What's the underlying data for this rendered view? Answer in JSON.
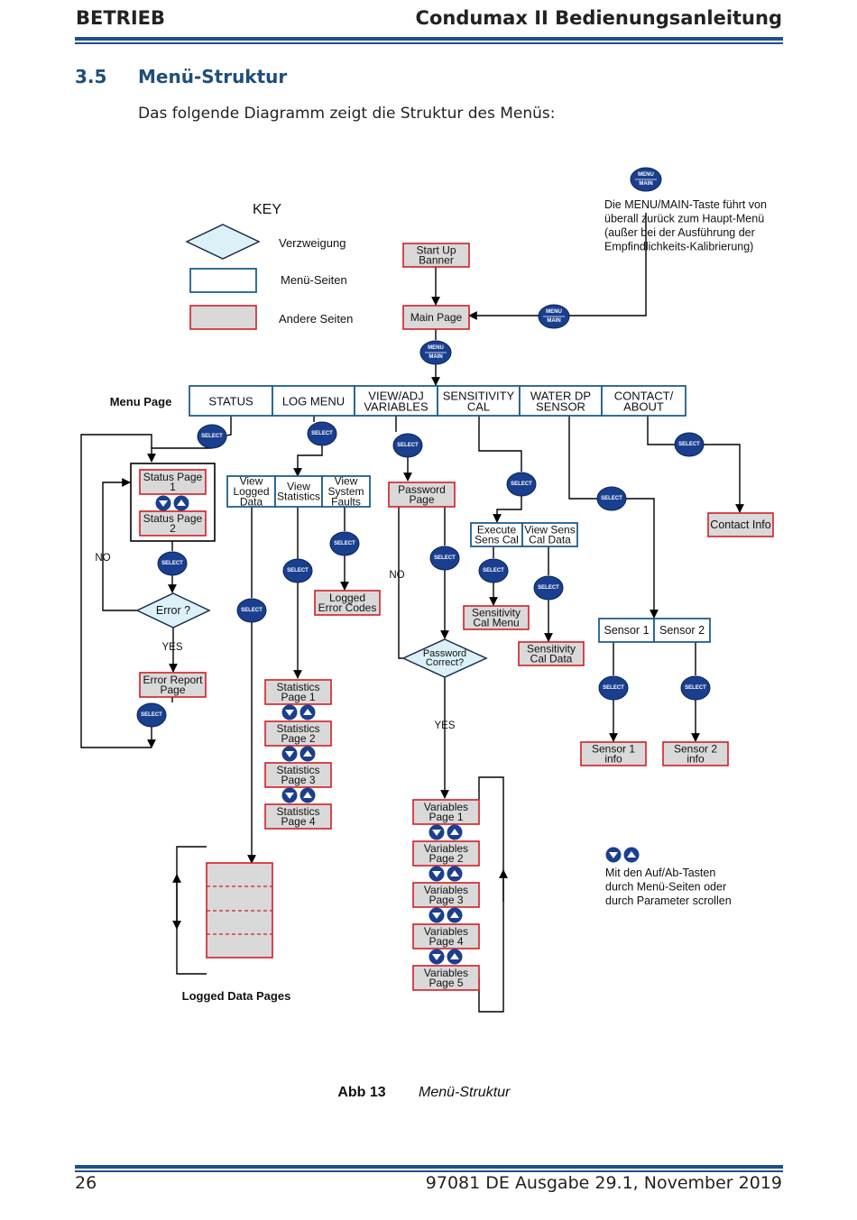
{
  "header": {
    "left": "BETRIEB",
    "right": "Condumax II Bedienungsanleitung"
  },
  "section": {
    "number": "3.5",
    "title": "Menü-Struktur"
  },
  "intro": "Das folgende Diagramm zeigt die Struktur des Menüs:",
  "key": {
    "title": "KEY",
    "branch": "Verzweigung",
    "menu_pages": "Menü-Seiten",
    "other_pages": "Andere Seiten"
  },
  "menu_main_note": [
    "Die MENU/MAIN-Taste führt von",
    "überall zurück zum Haupt-Menü",
    "(außer bei der Ausführung der",
    "Empfindlichkeits-Kalibrierung)"
  ],
  "buttons": {
    "menu": "MENU",
    "main": "MAIN",
    "select": "SELECT"
  },
  "nodes": {
    "startup": [
      "Start Up",
      "Banner"
    ],
    "main_page": "Main Page",
    "menu_page_label": "Menu Page",
    "menu_tabs": [
      [
        "STATUS"
      ],
      [
        "LOG MENU"
      ],
      [
        "VIEW/ADJ",
        "VARIABLES"
      ],
      [
        "SENSITIVITY",
        "CAL"
      ],
      [
        "WATER DP",
        "SENSOR"
      ],
      [
        "CONTACT/",
        "ABOUT"
      ]
    ],
    "status_page_1": [
      "Status Page",
      "1"
    ],
    "status_page_2": [
      "Status Page",
      "2"
    ],
    "no_label": "NO",
    "yes_label": "YES",
    "error_q": "Error ?",
    "error_report": [
      "Error Report",
      "Page"
    ],
    "view_logged": [
      "View",
      "Logged",
      "Data"
    ],
    "view_stats": [
      "View",
      "Statistics"
    ],
    "view_faults": [
      "View",
      "System",
      "Faults"
    ],
    "logged_errors": [
      "Logged",
      "Error Codes"
    ],
    "statistics": [
      [
        "Statistics",
        "Page 1"
      ],
      [
        "Statistics",
        "Page 2"
      ],
      [
        "Statistics",
        "Page 3"
      ],
      [
        "Statistics",
        "Page 4"
      ]
    ],
    "logged_data_pages": "Logged Data Pages",
    "password_page": [
      "Password",
      "Page"
    ],
    "password_q": [
      "Password",
      "Correct?"
    ],
    "variables": [
      [
        "Variables",
        "Page 1"
      ],
      [
        "Variables",
        "Page 2"
      ],
      [
        "Variables",
        "Page 3"
      ],
      [
        "Variables",
        "Page 4"
      ],
      [
        "Variables",
        "Page 5"
      ]
    ],
    "execute_cal": [
      "Execute",
      "Sens Cal"
    ],
    "view_cal": [
      "View Sens",
      "Cal Data"
    ],
    "sens_cal_menu": [
      "Sensitivity",
      "Cal Menu"
    ],
    "sens_cal_data": [
      "Sensitivity",
      "Cal Data"
    ],
    "sensor1": "Sensor 1",
    "sensor2": "Sensor 2",
    "sensor1_info": [
      "Sensor 1",
      "info"
    ],
    "sensor2_info": [
      "Sensor 2",
      "info"
    ],
    "contact_info": "Contact Info"
  },
  "updown_note": [
    "Mit den Auf/Ab-Tasten",
    "durch Menü-Seiten oder",
    "durch Parameter scrollen"
  ],
  "caption": {
    "label": "Abb 13",
    "title": "Menü-Struktur"
  },
  "footer": {
    "page": "26",
    "doc": "97081 DE Ausgabe 29.1, November 2019"
  },
  "colors": {
    "accent_blue": "#1f4e8c",
    "button_blue": "#1a3f8f",
    "menu_border": "#1f5e8c",
    "other_border": "#d01f26",
    "other_fill": "#d9d9d9",
    "diamond_fill": "#dcf0f7"
  }
}
